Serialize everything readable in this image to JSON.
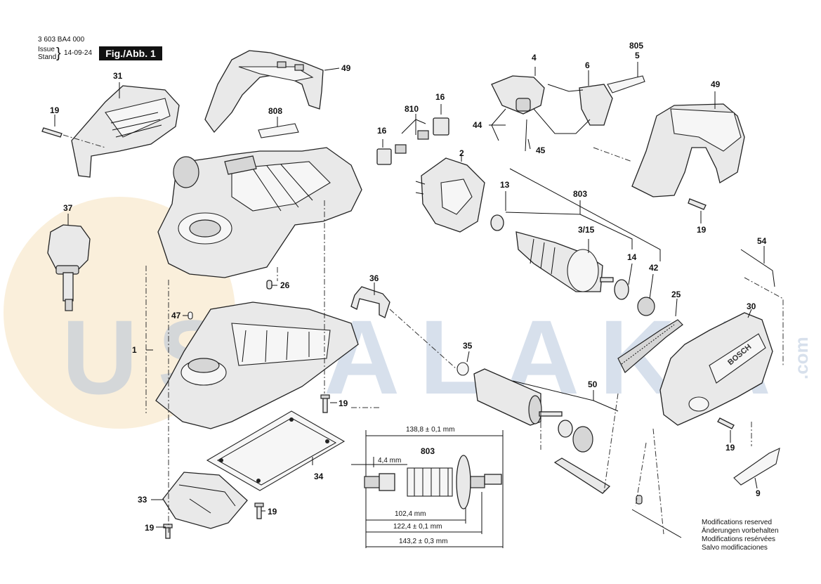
{
  "header": {
    "doc_number": "3 603 BA4 000",
    "issue_label": "Issue",
    "stand_label": "Stand",
    "date": "14-09-24",
    "fig_label": "Fig./Abb. 1"
  },
  "watermark": {
    "text": "USTALAKA",
    "suffix": ".com"
  },
  "part_labels": {
    "p31": "31",
    "p49a": "49",
    "p19a": "19",
    "p808": "808",
    "p37": "37",
    "p26": "26",
    "p36": "36",
    "p47": "47",
    "p1": "1",
    "p35": "35",
    "p19b": "19",
    "p34": "34",
    "p33": "33",
    "p19c": "19",
    "p19d": "19",
    "p810": "810",
    "p16a": "16",
    "p16b": "16",
    "p2": "2",
    "p4": "4",
    "p805": "805",
    "p5": "5",
    "p6": "6",
    "p44": "44",
    "p45": "45",
    "p49b": "49",
    "p19e": "19",
    "p13": "13",
    "p803a": "803",
    "p315": "3/15",
    "p14": "14",
    "p42": "42",
    "p54": "54",
    "p25": "25",
    "p30": "30",
    "p50": "50",
    "p19f": "19",
    "p9": "9",
    "p803b": "803"
  },
  "dimensions": {
    "total": "138,8 ± 0,1 mm",
    "small": "4,4 mm",
    "d1": "102,4 mm",
    "d2": "122,4 ± 0,1 mm",
    "d3": "143,2 ± 0,3 mm"
  },
  "brand_text": "BOSCH",
  "notes": [
    "Modifications reserved",
    "Änderungen vorbehalten",
    "Modifications resérvées",
    "Salvo modificaciones"
  ]
}
